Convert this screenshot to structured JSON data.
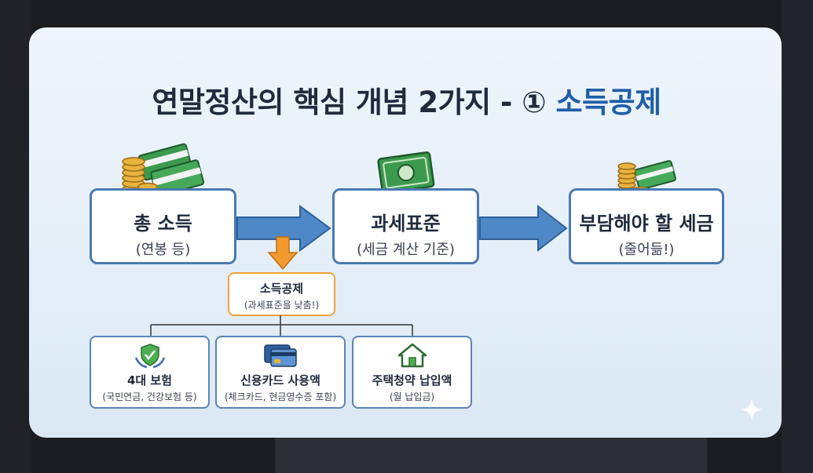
{
  "title": {
    "prefix": "연말정산의 핵심 개념 2가지 - ①",
    "accent": "소득공제"
  },
  "flow": [
    {
      "main": "총 소득",
      "sub": "(연봉 등)",
      "icon": "money-stack-coins-icon"
    },
    {
      "main": "과세표준",
      "sub": "(세금 계산 기준)",
      "icon": "banknote-icon"
    },
    {
      "main": "부담해야 할 세금",
      "sub": "(줄어듦!)",
      "icon": "small-money-coins-icon"
    }
  ],
  "deduction": {
    "main": "소득공제",
    "sub": "(과세표준을 낮춤!)"
  },
  "items": [
    {
      "main": "4대 보험",
      "sub": "(국민연금, 건강보험 등)",
      "icon": "shield-hands-icon"
    },
    {
      "main": "신용카드 사용액",
      "sub": "(체크카드, 현금영수증 포함)",
      "icon": "credit-card-icon"
    },
    {
      "main": "주택청약 납입액",
      "sub": "(월 납입금)",
      "icon": "house-icon"
    }
  ],
  "colors": {
    "title": "#1f2a3c",
    "accent": "#1f5ea8",
    "arrow_blue": "#4f88c6",
    "arrow_orange": "#f29a2e",
    "box_border": "#4a7ab1",
    "deduction_border": "#f0a23b"
  }
}
